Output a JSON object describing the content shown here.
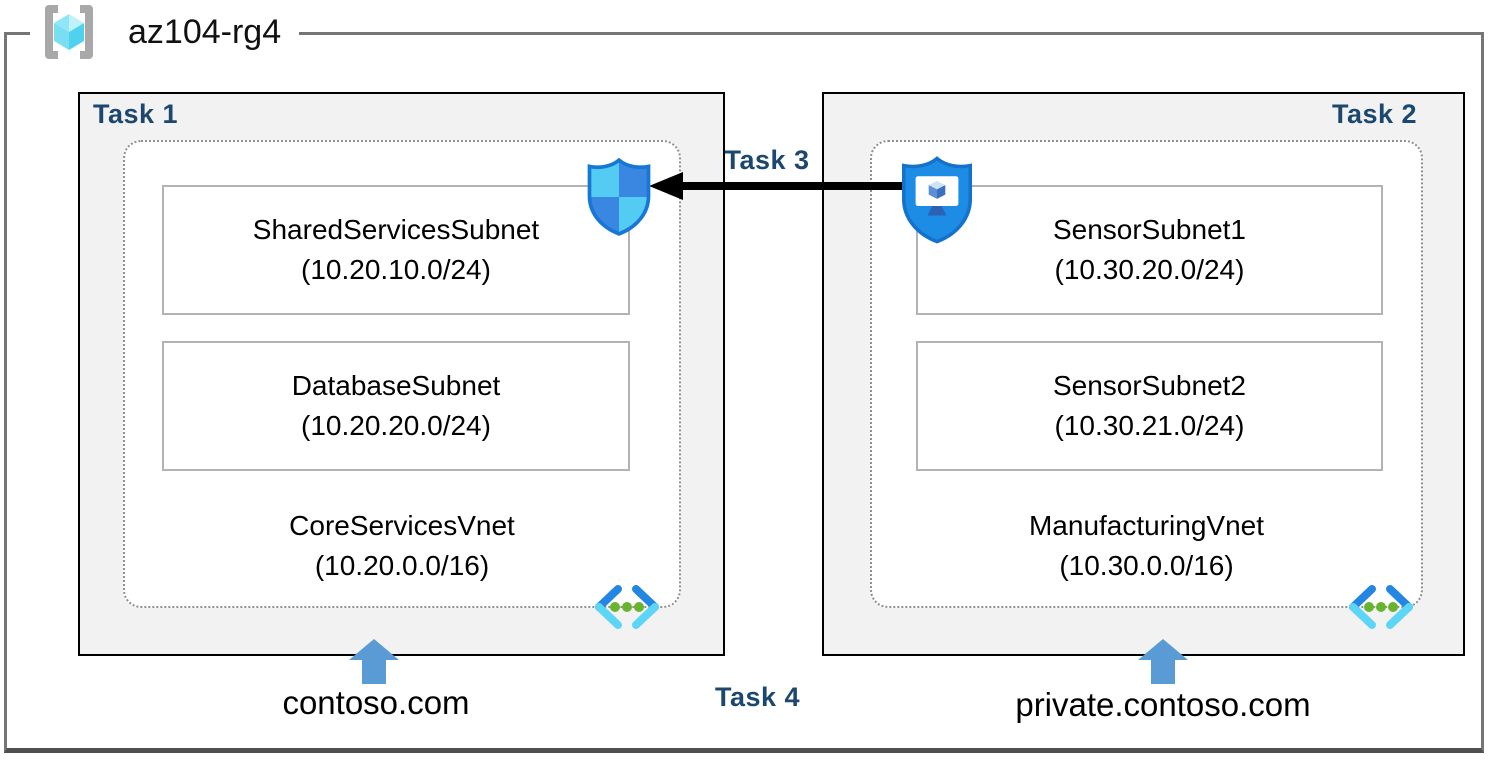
{
  "resource_group": {
    "title": "az104-rg4",
    "icon": "resource-group-icon"
  },
  "left_box": {
    "task_label": "Task 1",
    "vnet": {
      "name": "CoreServicesVnet",
      "cidr": "(10.20.0.0/16)"
    },
    "subnets": [
      {
        "name": "SharedServicesSubnet",
        "cidr": "(10.20.10.0/24)"
      },
      {
        "name": "DatabaseSubnet",
        "cidr": "(10.20.20.0/24)"
      }
    ],
    "dns_label": "contoso.com"
  },
  "right_box": {
    "task_label": "Task 2",
    "vnet": {
      "name": "ManufacturingVnet",
      "cidr": "(10.30.0.0/16)"
    },
    "subnets": [
      {
        "name": "SensorSubnet1",
        "cidr": "(10.30.20.0/24)"
      },
      {
        "name": "SensorSubnet2",
        "cidr": "(10.30.21.0/24)"
      }
    ],
    "dns_label": "private.contoso.com"
  },
  "connections": {
    "task3_label": "Task 3",
    "task4_label": "Task 4"
  },
  "icons": {
    "nsg": "network-security-group-shield-icon",
    "asg": "application-security-group-shield-icon",
    "vnet": "virtual-network-icon",
    "dns_arrow": "up-arrow-icon",
    "peering_arrow": "left-arrow-icon"
  },
  "colors": {
    "task_label": "#1c486f",
    "box_fill": "#f2f2f2",
    "frame_border": "#757575",
    "dns_arrow_blue": "#5b9bd5",
    "shield_light": "#54cbf2",
    "shield_dark": "#3a87e2",
    "asg_fill": "#1d8ce4",
    "vnet_chevron_dark": "#2286e2",
    "vnet_chevron_light": "#5cd5f7",
    "vnet_dot_green": "#69b42e"
  }
}
